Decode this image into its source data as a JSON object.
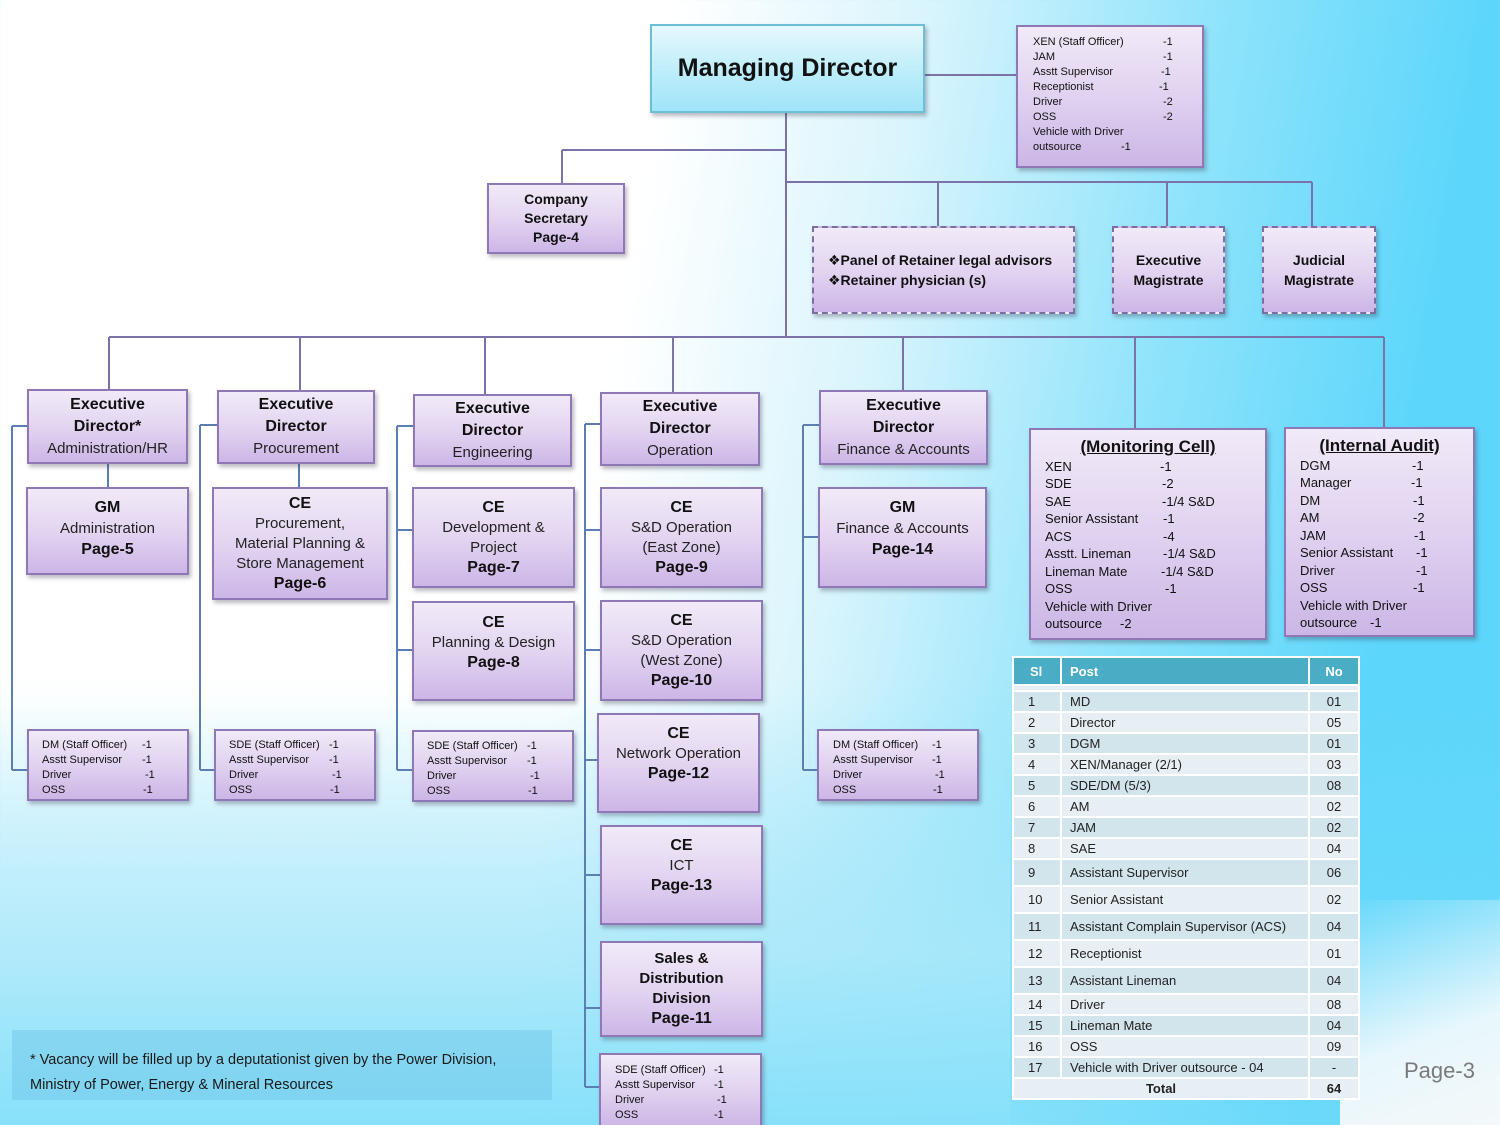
{
  "page_label": "Page-3",
  "managing_director": {
    "title": "Managing Director"
  },
  "md_staff": {
    "items": [
      {
        "post": "XEN (Staff Officer)",
        "count": "-1"
      },
      {
        "post": "JAM",
        "count": "-1"
      },
      {
        "post": "Asstt Supervisor",
        "count": "-1"
      },
      {
        "post": "Receptionist",
        "count": "-1"
      },
      {
        "post": "Driver",
        "count": "-2"
      },
      {
        "post": "OSS",
        "count": "-2"
      },
      {
        "post": "Vehicle with Driver",
        "count": ""
      },
      {
        "post": "outsource",
        "count": "-1"
      }
    ]
  },
  "company_secretary": {
    "line1": "Company",
    "line2": "Secretary",
    "page": "Page-4"
  },
  "advisors": {
    "retainer": {
      "item1": "❖Panel of Retainer legal advisors",
      "item2": "❖Retainer physician (s)"
    },
    "executive_magistrate": {
      "line1": "Executive",
      "line2": "Magistrate"
    },
    "judicial_magistrate": {
      "line1": "Judicial",
      "line2": "Magistrate"
    }
  },
  "divisions": [
    {
      "ed": {
        "line1": "Executive",
        "line2": "Director*",
        "dept": "Administration/HR"
      },
      "units": [
        {
          "title": "GM",
          "desc": [
            "Administration"
          ],
          "page": "Page-5"
        }
      ],
      "staff": [
        {
          "post": "DM (Staff Officer)",
          "count": "-1"
        },
        {
          "post": "Asstt Supervisor",
          "count": "-1"
        },
        {
          "post": "Driver",
          "count": "-1"
        },
        {
          "post": "OSS",
          "count": "-1"
        }
      ]
    },
    {
      "ed": {
        "line1": "Executive",
        "line2": "Director",
        "dept": "Procurement"
      },
      "units": [
        {
          "title": "CE",
          "desc": [
            "Procurement,",
            "Material Planning &",
            "Store Management"
          ],
          "page": "Page-6"
        }
      ],
      "staff": [
        {
          "post": "SDE (Staff Officer)",
          "count": "-1"
        },
        {
          "post": "Asstt Supervisor",
          "count": "-1"
        },
        {
          "post": "Driver",
          "count": "-1"
        },
        {
          "post": "OSS",
          "count": "-1"
        }
      ]
    },
    {
      "ed": {
        "line1": "Executive",
        "line2": "Director",
        "dept": "Engineering"
      },
      "units": [
        {
          "title": "CE",
          "desc": [
            "Development &",
            "Project"
          ],
          "page": "Page-7"
        },
        {
          "title": "CE",
          "desc": [
            "Planning & Design"
          ],
          "page": "Page-8"
        }
      ],
      "staff": [
        {
          "post": "SDE (Staff Officer)",
          "count": "-1"
        },
        {
          "post": "Asstt Supervisor",
          "count": "-1"
        },
        {
          "post": "Driver",
          "count": "-1"
        },
        {
          "post": "OSS",
          "count": "-1"
        }
      ]
    },
    {
      "ed": {
        "line1": "Executive",
        "line2": "Director",
        "dept": "Operation"
      },
      "units": [
        {
          "title": "CE",
          "desc": [
            "S&D Operation",
            "(East Zone)"
          ],
          "page": "Page-9"
        },
        {
          "title": "CE",
          "desc": [
            "S&D Operation",
            "(West Zone)"
          ],
          "page": "Page-10"
        },
        {
          "title": "CE",
          "desc": [
            "Network Operation"
          ],
          "page": "Page-12"
        },
        {
          "title": "CE",
          "desc": [
            "ICT"
          ],
          "page": "Page-13"
        },
        {
          "title": "Sales &",
          "desc": [
            "Distribution",
            "Division"
          ],
          "page": "Page-11"
        }
      ],
      "staff": [
        {
          "post": "SDE (Staff Officer)",
          "count": "-1"
        },
        {
          "post": "Asstt Supervisor",
          "count": "-1"
        },
        {
          "post": "Driver",
          "count": "-1"
        },
        {
          "post": "OSS",
          "count": "-1"
        }
      ]
    },
    {
      "ed": {
        "line1": "Executive",
        "line2": "Director",
        "dept": "Finance & Accounts"
      },
      "units": [
        {
          "title": "GM",
          "desc": [
            "Finance & Accounts"
          ],
          "page": "Page-14"
        }
      ],
      "staff": [
        {
          "post": "DM (Staff Officer)",
          "count": "-1"
        },
        {
          "post": "Asstt Supervisor",
          "count": "-1"
        },
        {
          "post": "Driver",
          "count": "-1"
        },
        {
          "post": "OSS",
          "count": "-1"
        }
      ]
    }
  ],
  "monitoring_cell": {
    "title": "(Monitoring Cell)",
    "items": [
      {
        "post": "XEN",
        "count": "-1"
      },
      {
        "post": "SDE",
        "count": "-2"
      },
      {
        "post": "SAE",
        "count": "-1/4 S&D"
      },
      {
        "post": "Senior Assistant",
        "count": "-1"
      },
      {
        "post": "ACS",
        "count": "-4"
      },
      {
        "post": "Asstt. Lineman",
        "count": "-1/4 S&D"
      },
      {
        "post": "Lineman Mate",
        "count": "-1/4 S&D"
      },
      {
        "post": "OSS",
        "count": "-1"
      },
      {
        "post": "Vehicle with Driver",
        "count": ""
      },
      {
        "post": "outsource",
        "count": "-2"
      }
    ]
  },
  "internal_audit": {
    "title": "(Internal Audit)",
    "items": [
      {
        "post": "DGM",
        "count": "-1"
      },
      {
        "post": "Manager",
        "count": "-1"
      },
      {
        "post": "DM",
        "count": "-1"
      },
      {
        "post": "AM",
        "count": "-2"
      },
      {
        "post": "JAM",
        "count": "-1"
      },
      {
        "post": "Senior Assistant",
        "count": "-1"
      },
      {
        "post": "Driver",
        "count": "-1"
      },
      {
        "post": "OSS",
        "count": "-1"
      },
      {
        "post": "Vehicle with Driver",
        "count": ""
      },
      {
        "post": "outsource",
        "count": "-1"
      }
    ]
  },
  "summary_table": {
    "headers": {
      "sl": "Sl",
      "post": "Post",
      "no": "No"
    },
    "rows": [
      {
        "sl": "1",
        "post": "MD",
        "no": "01"
      },
      {
        "sl": "2",
        "post": "Director",
        "no": "05"
      },
      {
        "sl": "3",
        "post": "DGM",
        "no": "01"
      },
      {
        "sl": "4",
        "post": "XEN/Manager (2/1)",
        "no": "03"
      },
      {
        "sl": "5",
        "post": "SDE/DM (5/3)",
        "no": "08"
      },
      {
        "sl": "6",
        "post": "AM",
        "no": "02"
      },
      {
        "sl": "7",
        "post": "JAM",
        "no": "02"
      },
      {
        "sl": "8",
        "post": "SAE",
        "no": "04"
      },
      {
        "sl": "9",
        "post": "Assistant Supervisor",
        "no": "06"
      },
      {
        "sl": "10",
        "post": "Senior Assistant",
        "no": "02"
      },
      {
        "sl": "11",
        "post": "Assistant Complain Supervisor (ACS)",
        "no": "04"
      },
      {
        "sl": "12",
        "post": "Receptionist",
        "no": "01"
      },
      {
        "sl": "13",
        "post": "Assistant Lineman",
        "no": "04"
      },
      {
        "sl": "14",
        "post": "Driver",
        "no": "08"
      },
      {
        "sl": "15",
        "post": "Lineman Mate",
        "no": "04"
      },
      {
        "sl": "16",
        "post": "OSS",
        "no": "09"
      },
      {
        "sl": "17",
        "post": "Vehicle with Driver outsource  - 04",
        "no": "-"
      }
    ],
    "total_label": "Total",
    "total_value": "64"
  },
  "footnote": {
    "line1": "* Vacancy will be filled  up by a deputationist  given by the Power Division,",
    "line2": "Ministry of Power, Energy & Mineral Resources"
  }
}
